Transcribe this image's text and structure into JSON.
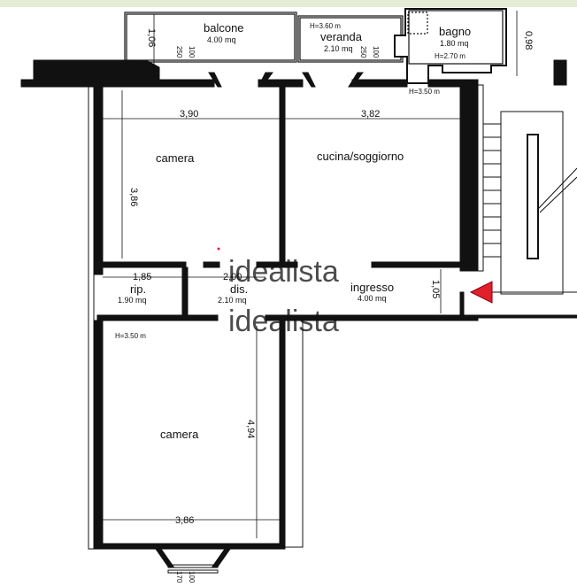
{
  "colors": {
    "background": "#ffffff",
    "wall": "#111111",
    "top_strip": "#e6edd7",
    "entrance_arrow": "#e0202a",
    "watermark": "#d2d2d2"
  },
  "rooms": {
    "balcone": {
      "name": "balcone",
      "area": "4.00 mq"
    },
    "veranda": {
      "name": "veranda",
      "area": "2.10 mq",
      "height": "H=3.60 m"
    },
    "bagno": {
      "name": "bagno",
      "area": "1.80 mq",
      "height": "H=2.70 m"
    },
    "camera_top": {
      "name": "camera"
    },
    "cucina": {
      "name": "cucina/soggiorno"
    },
    "rip": {
      "name": "rip.",
      "area": "1.90 mq"
    },
    "dis": {
      "name": "dis.",
      "area": "2.10 mq"
    },
    "ingresso": {
      "name": "ingresso",
      "area": "4.00 mq"
    },
    "camera_bottom": {
      "name": "camera"
    }
  },
  "heights": {
    "bagno_exterior": "H=3.50 m",
    "lower_wing": "H=3.50 m"
  },
  "dimensions": {
    "balcony_depth": "1,06",
    "bagno_depth": "0,98",
    "camera_top_width": "3,90",
    "camera_top_depth": "3,86",
    "cucina_width": "3,82",
    "rip_width": "1,85",
    "dis_width": "2,00",
    "ingresso_depth": "1,05",
    "camera_bottom_depth": "4,94",
    "camera_bottom_width": "3,86"
  },
  "window_marks": {
    "sill_a": "250",
    "sill_b": "100",
    "sill_bottom_a": "170",
    "sill_bottom_b": "100"
  },
  "watermark": {
    "line1": "idealista",
    "line2": "idealista"
  }
}
